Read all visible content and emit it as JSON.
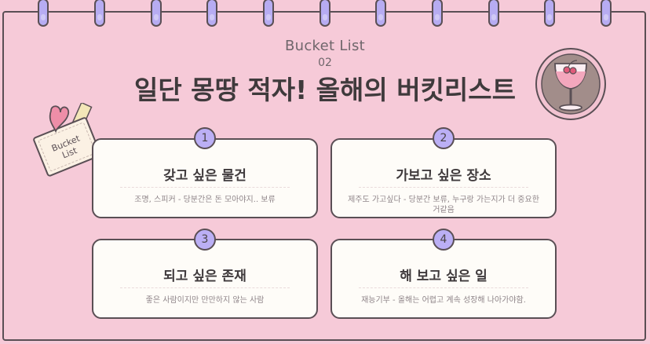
{
  "header": {
    "subtitle": "Bucket List",
    "number": "02",
    "title": "일단 몽땅 적자! 올해의 버킷리스트"
  },
  "ticket": {
    "line1": "Bucket",
    "line2": "List"
  },
  "cards": [
    {
      "badge": "1",
      "title": "갖고 싶은 물건",
      "text": "조명, 스피커 - 당분간은 돈 모아야지.. 보류"
    },
    {
      "badge": "2",
      "title": "가보고 싶은 장소",
      "text": "제주도 가고싶다 - 당분간 보류, 누구랑 가는지가 더 중요한거같음"
    },
    {
      "badge": "3",
      "title": "되고 싶은 존재",
      "text": "좋은 사람이지만 만만하지 않는 사람"
    },
    {
      "badge": "4",
      "title": "해 보고 싶은 일",
      "text": "재능기부 - 올해는 어렵고 계속 성장해 나아가야함."
    }
  ],
  "colors": {
    "background": "#f6cad8",
    "ring": "#b7acf2",
    "badge": "#bbaff5",
    "card": "#fefcf8",
    "outline": "#5a4f55"
  }
}
